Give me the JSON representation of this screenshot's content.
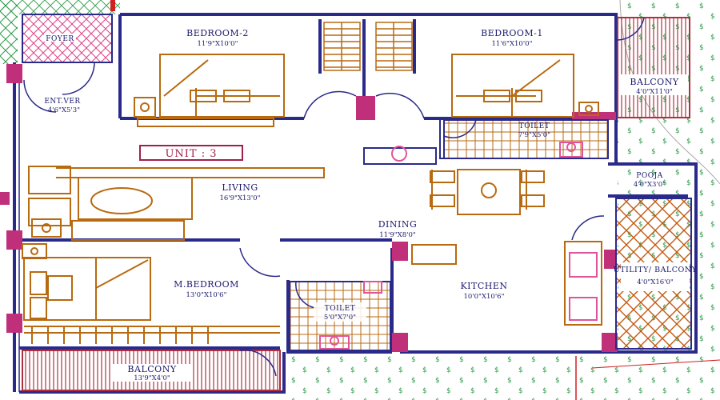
{
  "plan": {
    "unit_label": "UNIT : 3",
    "rooms": {
      "foyer": {
        "name": "FOYER",
        "dim": ""
      },
      "ent_ver": {
        "name": "ENT.VER",
        "dim": "4'6\"X5'3\""
      },
      "bedroom2": {
        "name": "BEDROOM-2",
        "dim": "11'9\"X10'0\""
      },
      "bedroom1": {
        "name": "BEDROOM-1",
        "dim": "11'6\"X10'0\""
      },
      "balcony_top": {
        "name": "BALCONY",
        "dim": "4'0\"X11'0\""
      },
      "toilet_top": {
        "name": "TOILET",
        "dim": "7'9\"X5'0\""
      },
      "pooja": {
        "name": "POOJA",
        "dim": "4'0\"X3'0\""
      },
      "living": {
        "name": "LIVING",
        "dim": "16'9\"X13'0\""
      },
      "dining": {
        "name": "DINING",
        "dim": "11'9\"X8'0\""
      },
      "utility": {
        "name": "UTILITY/ BALCONY",
        "dim": "4'0\"X16'0\""
      },
      "master": {
        "name": "M.BEDROOM",
        "dim": "13'0\"X10'6\""
      },
      "kitchen": {
        "name": "KITCHEN",
        "dim": "10'0\"X10'6\""
      },
      "toilet_bottom": {
        "name": "TOILET",
        "dim": "5'0\"X7'0\""
      },
      "balcony_bottom": {
        "name": "BALCONY",
        "dim": "13'9\"X4'0\""
      }
    },
    "colors": {
      "wall": "#2a2a8a",
      "furniture": "#b86a10",
      "accent": "#c0307a",
      "hatch_pink": "#e0559a",
      "balcony_red": "#b03040",
      "landscape": "#2e9a4a"
    }
  }
}
